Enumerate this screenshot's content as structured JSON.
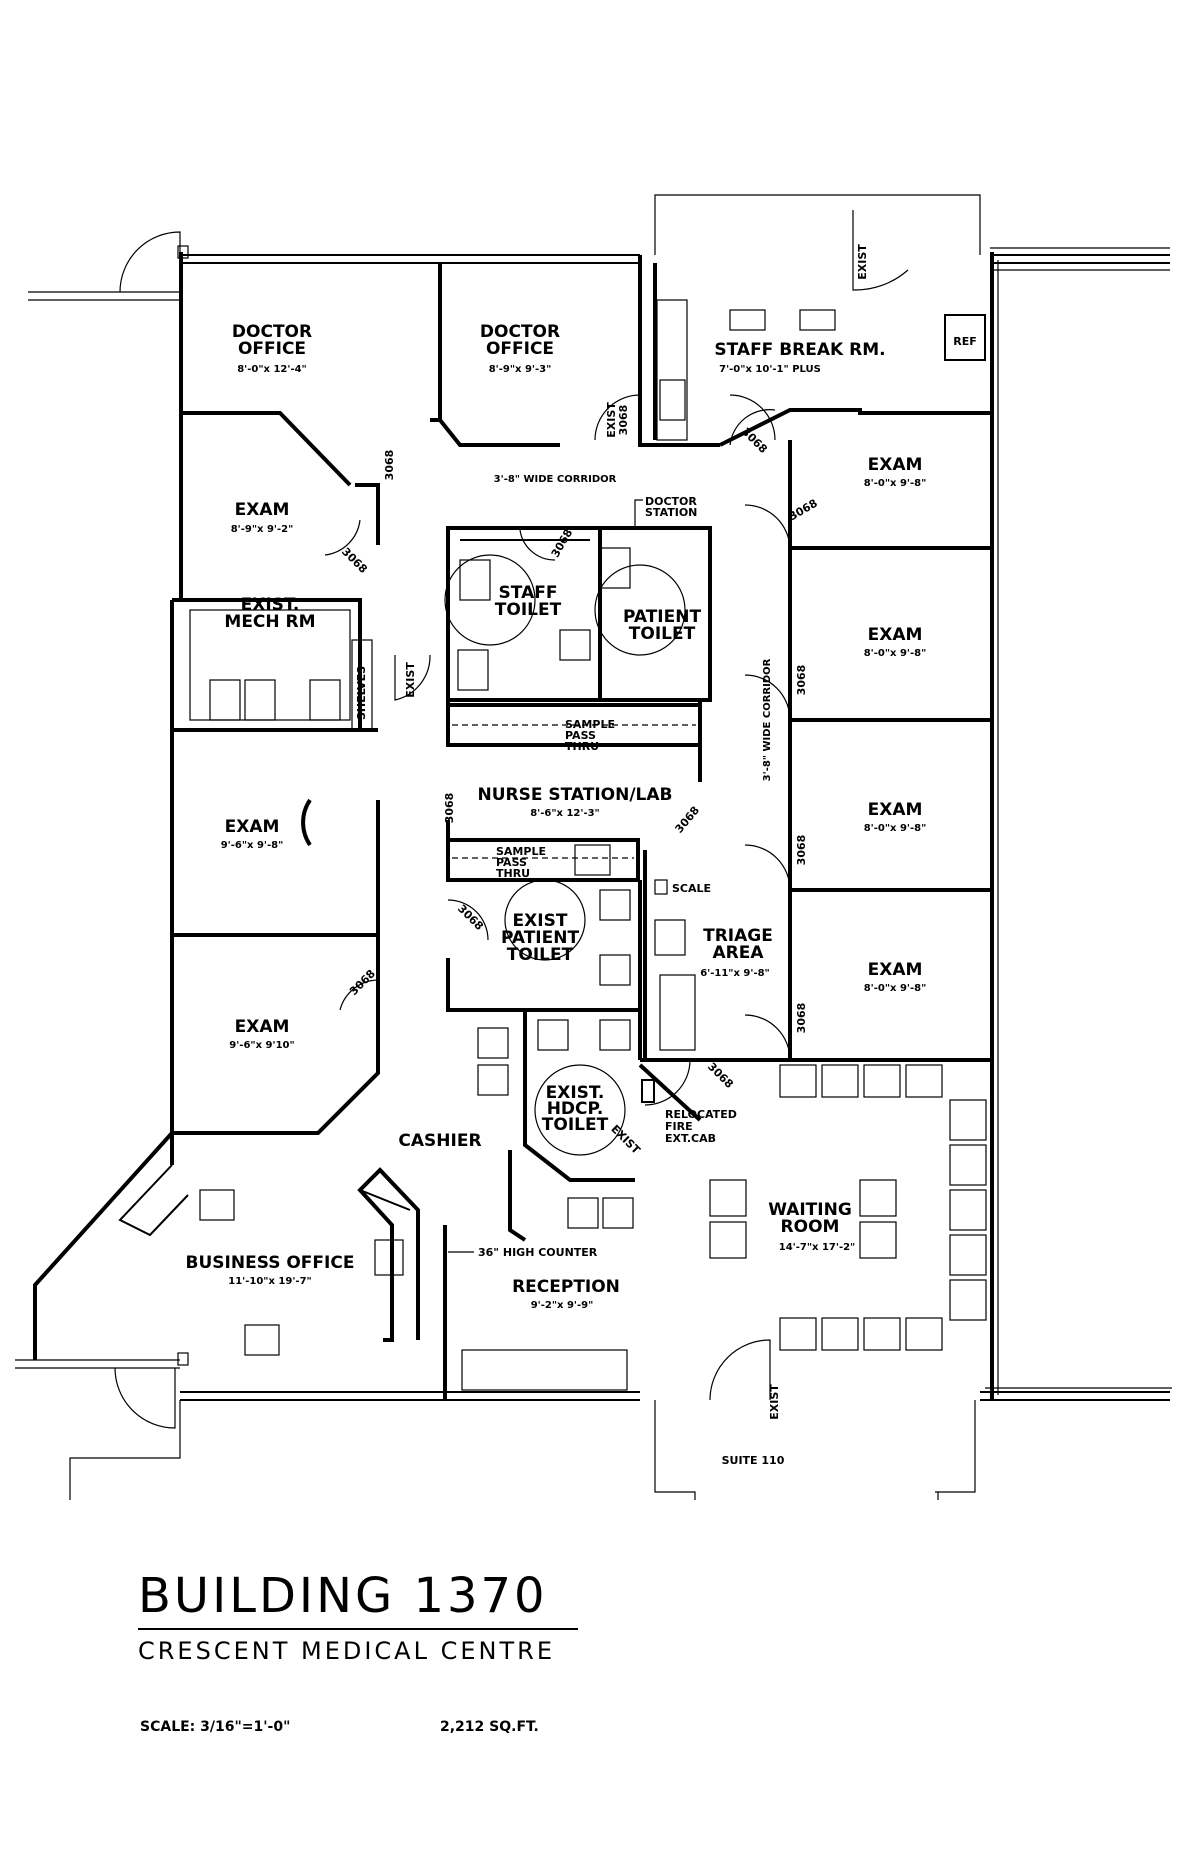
{
  "rooms": {
    "doctor_office_1": {
      "name": "DOCTOR\nOFFICE",
      "size": "8'-0\"x 12'-4\""
    },
    "doctor_office_2": {
      "name": "DOCTOR\nOFFICE",
      "size": "8'-9\"x 9'-3\""
    },
    "staff_break": {
      "name": "STAFF BREAK RM.",
      "size": "7'-0\"x 10'-1\" PLUS"
    },
    "exam_nw": {
      "name": "EXAM",
      "size": "8'-9\"x 9'-2\""
    },
    "mech": {
      "name": "EXIST.\nMECH RM"
    },
    "exam_w1": {
      "name": "EXAM",
      "size": "9'-6\"x 9'-8\""
    },
    "exam_w2": {
      "name": "EXAM",
      "size": "9'-6\"x 9'10\""
    },
    "exam_e1": {
      "name": "EXAM",
      "size": "8'-0\"x 9'-8\""
    },
    "exam_e2": {
      "name": "EXAM",
      "size": "8'-0\"x 9'-8\""
    },
    "exam_e3": {
      "name": "EXAM",
      "size": "8'-0\"x 9'-8\""
    },
    "exam_e4": {
      "name": "EXAM",
      "size": "8'-0\"x 9'-8\""
    },
    "staff_toilet": {
      "name": "STAFF\nTOILET"
    },
    "patient_toilet": {
      "name": "PATIENT\nTOILET"
    },
    "nurse_station": {
      "name": "NURSE STATION/LAB",
      "size": "8'-6\"x 12'-3\""
    },
    "exist_patient_toilet": {
      "name": "EXIST\nPATIENT\nTOILET"
    },
    "triage": {
      "name": "TRIAGE\nAREA",
      "size": "6'-11\"x 9'-8\""
    },
    "hdcp_toilet": {
      "name": "EXIST.\nHDCP.\nTOILET"
    },
    "cashier": {
      "name": "CASHIER"
    },
    "business_office": {
      "name": "BUSINESS OFFICE",
      "size": "11'-10\"x 19'-7\""
    },
    "reception": {
      "name": "RECEPTION",
      "size": "9'-2\"x 9'-9\""
    },
    "waiting": {
      "name": "WAITING\nROOM",
      "size": "14'-7\"x 17'-2\""
    }
  },
  "notes": {
    "corridor_top": "3'-8\" WIDE CORRIDOR",
    "corridor_right": "3'-8\" WIDE CORRIDOR",
    "doctor_station": "DOCTOR\nSTATION",
    "sample_pass_1": "SAMPLE\nPASS\nTHRU",
    "sample_pass_2": "SAMPLE\nPASS\nTHRU",
    "scale_item": "SCALE",
    "ref": "REF",
    "shelves": "SHELVES",
    "fire_cab": "RELOCATED\nFIRE\nEXT.CAB",
    "counter": "36\" HIGH COUNTER",
    "suite": "SUITE 110"
  },
  "door_tag": "3068",
  "exist_tag": "EXIST",
  "exist_3068_tag": "EXIST\n3068",
  "title_block": {
    "building": "BUILDING 1370",
    "subtitle": "CRESCENT MEDICAL CENTRE",
    "scale": "SCALE: 3/16\"=1'-0\"",
    "area": "2,212 SQ.FT."
  }
}
